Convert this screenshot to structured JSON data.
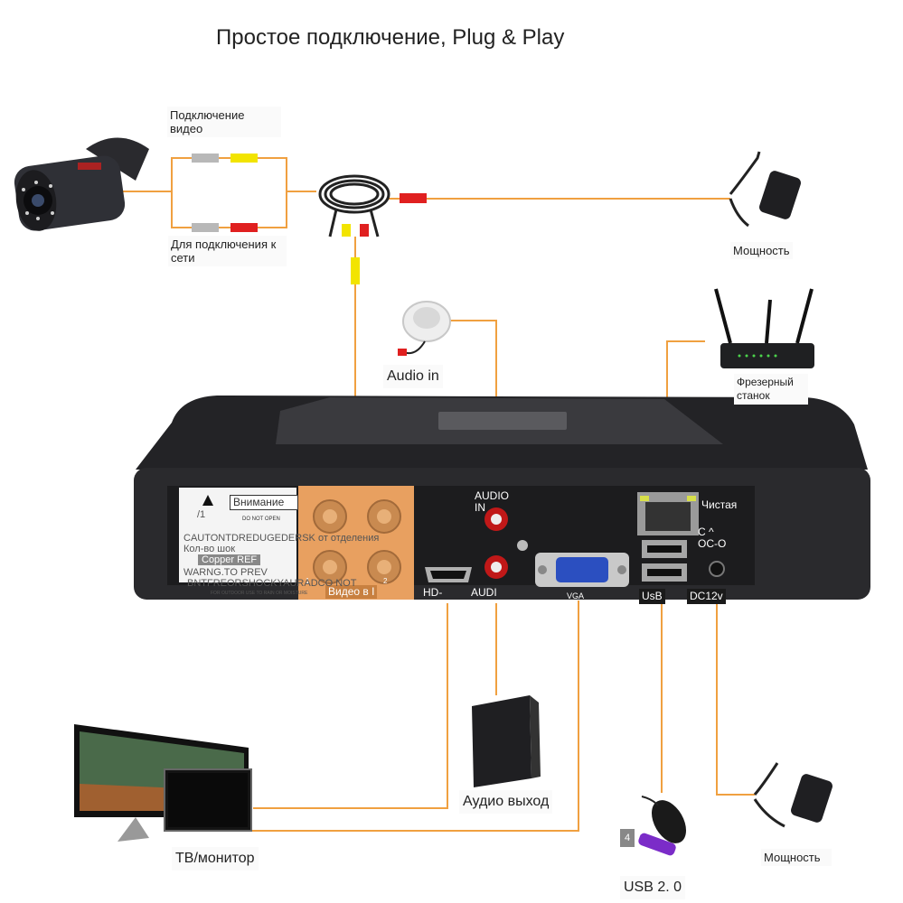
{
  "title": "Простое подключение, Plug & Play",
  "labels": {
    "video_connection": "Подключение видео",
    "power_connection": "Для подключения к сети",
    "power_top": "Мощность",
    "audio_in": "Audio in",
    "router": "Фрезерный станок",
    "audio_out": "Аудио выход",
    "tv_monitor": "ТВ/монитор",
    "usb": "USB 2. 0",
    "power_bottom": "Мощность",
    "usb_badge": "4"
  },
  "panel": {
    "audio_in": "AUDIO IN",
    "hdmi": "HD-порт",
    "audio_out": "AUDI OUT",
    "vga": "VGA",
    "usb": "UsB",
    "dc": "DC12v",
    "ethernet": "Чистая",
    "caution_mark": "С ^ ОС-О",
    "video_in": "Видео в I",
    "warning_title": "Внимание",
    "warning_sub": "DO NOT OPEN",
    "caution_1": "CAUTONTDREDUGEDERSK",
    "caution_1b": "от отделения",
    "caution_2": "Кол-во шок",
    "caution_3": "Copper REF",
    "warning_2": "WARNG.TO PREV",
    "warning_3": "BNTFREORSHOCKYAURADCO NOT",
    "warning_4": "FOR OUTDOOR USE TO RAIN OR MOISTURE",
    "warning_icon_num": "/1",
    "bnc_num_1": "1",
    "bnc_num_2": "2"
  },
  "colors": {
    "wire": "#f0a040",
    "dvr_body": "#2c2c30",
    "bnc_panel": "#e8a060"
  }
}
